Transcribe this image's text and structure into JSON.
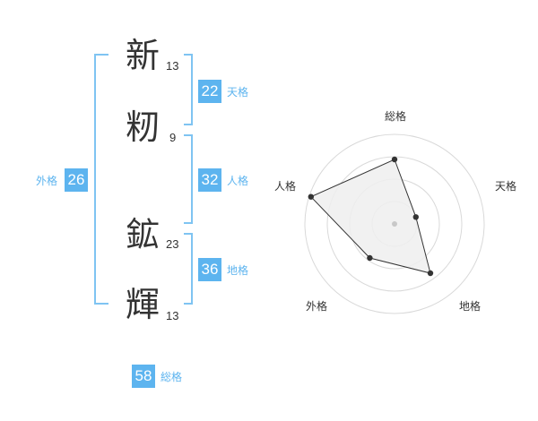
{
  "name_chars": [
    {
      "char": "新",
      "strokes": "13"
    },
    {
      "char": "籾",
      "strokes": "9"
    },
    {
      "char": "鉱",
      "strokes": "23"
    },
    {
      "char": "輝",
      "strokes": "13"
    }
  ],
  "fortunes": {
    "tenkaku": {
      "value": "22",
      "label": "天格"
    },
    "jinkaku": {
      "value": "32",
      "label": "人格"
    },
    "chikaku": {
      "value": "36",
      "label": "地格"
    },
    "gaikaku": {
      "value": "26",
      "label": "外格"
    },
    "soukaku": {
      "value": "58",
      "label": "総格"
    }
  },
  "colors": {
    "accent": "#5db4ef",
    "bracket": "#7fc4f2",
    "text": "#333333"
  },
  "chart_data": {
    "type": "radar",
    "axes": [
      "総格",
      "天格",
      "地格",
      "外格",
      "人格"
    ],
    "values": [
      0.72,
      0.25,
      0.68,
      0.47,
      0.98
    ],
    "range": [
      0,
      1
    ],
    "rings": 4,
    "fill_color": "#eeeeee",
    "line_color": "#333333"
  }
}
